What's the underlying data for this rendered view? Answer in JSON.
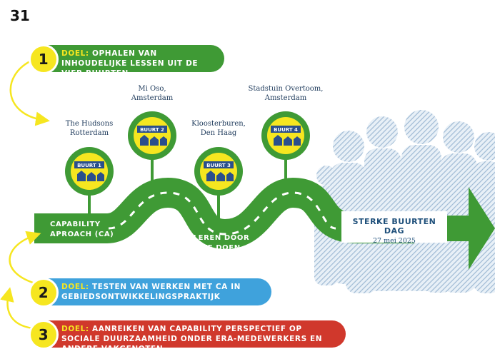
{
  "page_number": "31",
  "goals": [
    {
      "num": "1",
      "label": "DOEL:",
      "text": "OPHALEN VAN INHOUDELIJKE LESSEN UIT DE VIER BUURTEN",
      "color": "#3f9a35"
    },
    {
      "num": "2",
      "label": "DOEL:",
      "text": "TESTEN VAN WERKEN MET CA IN GEBIEDSONTWIKKELINGSPRAKTIJK",
      "color": "#3fa2dc"
    },
    {
      "num": "3",
      "label": "DOEL:",
      "text": "AANREIKEN VAN CAPABILITY PERSPECTIEF OP SOCIALE DUURZAAMHEID ONDER ERA-MEDEWERKERS EN ANDERE VAKGENOTEN",
      "color": "#d0382c"
    }
  ],
  "neighbourhoods": [
    {
      "badge": "BUURT 1",
      "name": "The Hudsons",
      "city": "Rotterdam"
    },
    {
      "badge": "BUURT 2",
      "name": "Mi Oso,",
      "city": "Amsterdam"
    },
    {
      "badge": "BUURT 3",
      "name": "Kloosterburen,",
      "city": "Den Haag"
    },
    {
      "badge": "BUURT 4",
      "name": "Stadstuin Overtoom,",
      "city": "Amsterdam"
    }
  ],
  "road": {
    "start_line1": "CAPABILITY",
    "start_line2": "APROACH (CA)",
    "middle_line1": "LEREN DOOR",
    "middle_line2": "TE DOEN"
  },
  "event": {
    "title": "STERKE BUURTEN DAG",
    "date": "27 mei 2025"
  },
  "colors": {
    "green": "#3f9a35",
    "blue": "#3fa2dc",
    "red": "#d0382c",
    "yellow": "#f6e620",
    "navy": "#2a4f8c",
    "crowd": "#b3c9df"
  }
}
